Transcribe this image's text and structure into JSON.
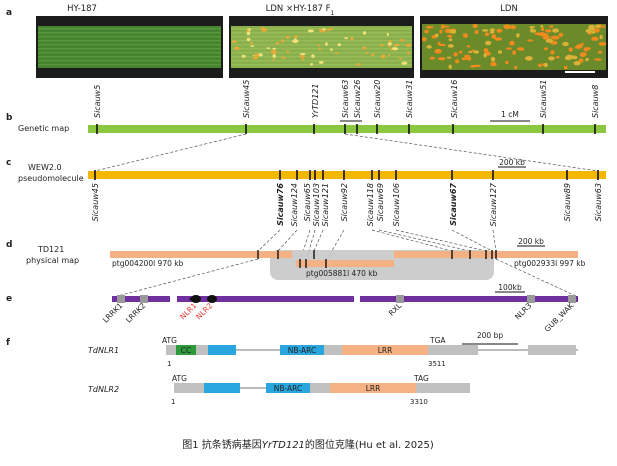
{
  "figure": {
    "caption": "图1 抗条锈病基因YrTD121的图位克隆(Hu et al. 2025)",
    "caption_prefix": "图1 抗条锈病基因",
    "caption_gene": "YrTD121",
    "caption_suffix": "的图位克隆(Hu et al. 2025)"
  },
  "panel_a": {
    "label": "a",
    "images": [
      {
        "title": "HY-187",
        "kind": "resistant-leaf"
      },
      {
        "title": "LDN ×HY-187 F",
        "subscript": "1",
        "kind": "intermediate-leaf"
      },
      {
        "title": "LDN",
        "kind": "susceptible-leaf"
      }
    ]
  },
  "panel_b": {
    "label": "b",
    "title": "Genetic map",
    "scale": "1 cM",
    "markers": [
      "Sicauw5",
      "Sicauw45",
      "YrTD121",
      "Sicauw63",
      "Sicauw26",
      "Sicauw20",
      "Sicauw31",
      "Sicauw16",
      "Sicauw51",
      "Sicauw8"
    ]
  },
  "panel_c": {
    "label": "c",
    "title_line1": "WEW2.0",
    "title_line2": "pseudomolecule",
    "scale": "200 kb",
    "markers": [
      "Sicauw45",
      "Sicauw76",
      "Sicauw124",
      "Sicauw65",
      "Sicauw103",
      "Sicauw121",
      "Sicauw92",
      "Sicauw118",
      "Sicauw69",
      "Sicauw106",
      "Sicauw67",
      "Sicauw127",
      "Sicauw89",
      "Sicauw63"
    ],
    "bold_markers": [
      "Sicauw76",
      "Sicauw67"
    ]
  },
  "panel_d": {
    "label": "d",
    "title_line1": "TD121",
    "title_line2": "physical map",
    "scale": "200 kb",
    "contigs": [
      "ptg004200l  970 kb",
      "ptg005881l 470 kb",
      "ptg002933l  997 kb"
    ]
  },
  "panel_e": {
    "label": "e",
    "scale": "100kb",
    "genes": [
      "LRRK1",
      "LRRK2",
      "NLR1",
      "NLR2",
      "RXL",
      "NLR3",
      "GUB_WAK"
    ],
    "highlight_genes": [
      "NLR1",
      "NLR2"
    ]
  },
  "panel_f": {
    "label": "f",
    "scale": "200 bp",
    "genes": [
      {
        "name": "TdNLR1",
        "start_codon": "ATG",
        "stop_codon": "TGA",
        "start_pos": "1",
        "end_pos": "3511",
        "domains": [
          "CC",
          "NB-ARC",
          "LRR"
        ]
      },
      {
        "name": "TdNLR2",
        "start_codon": "ATG",
        "stop_codon": "TAG",
        "start_pos": "1",
        "end_pos": "3310",
        "domains": [
          "NB-ARC",
          "LRR"
        ]
      }
    ]
  },
  "colors": {
    "genetic_map": "#8dc63f",
    "pseudomolecule": "#f5b800",
    "physical_contig": "#f4b183",
    "overlap_gray": "#c8c8c8",
    "gene_bar": "#7030a0",
    "cc_domain": "#2e9b3a",
    "blue_domain": "#2aa6df",
    "lrr_domain": "#f4b183",
    "nlr_label": "#e53935"
  }
}
